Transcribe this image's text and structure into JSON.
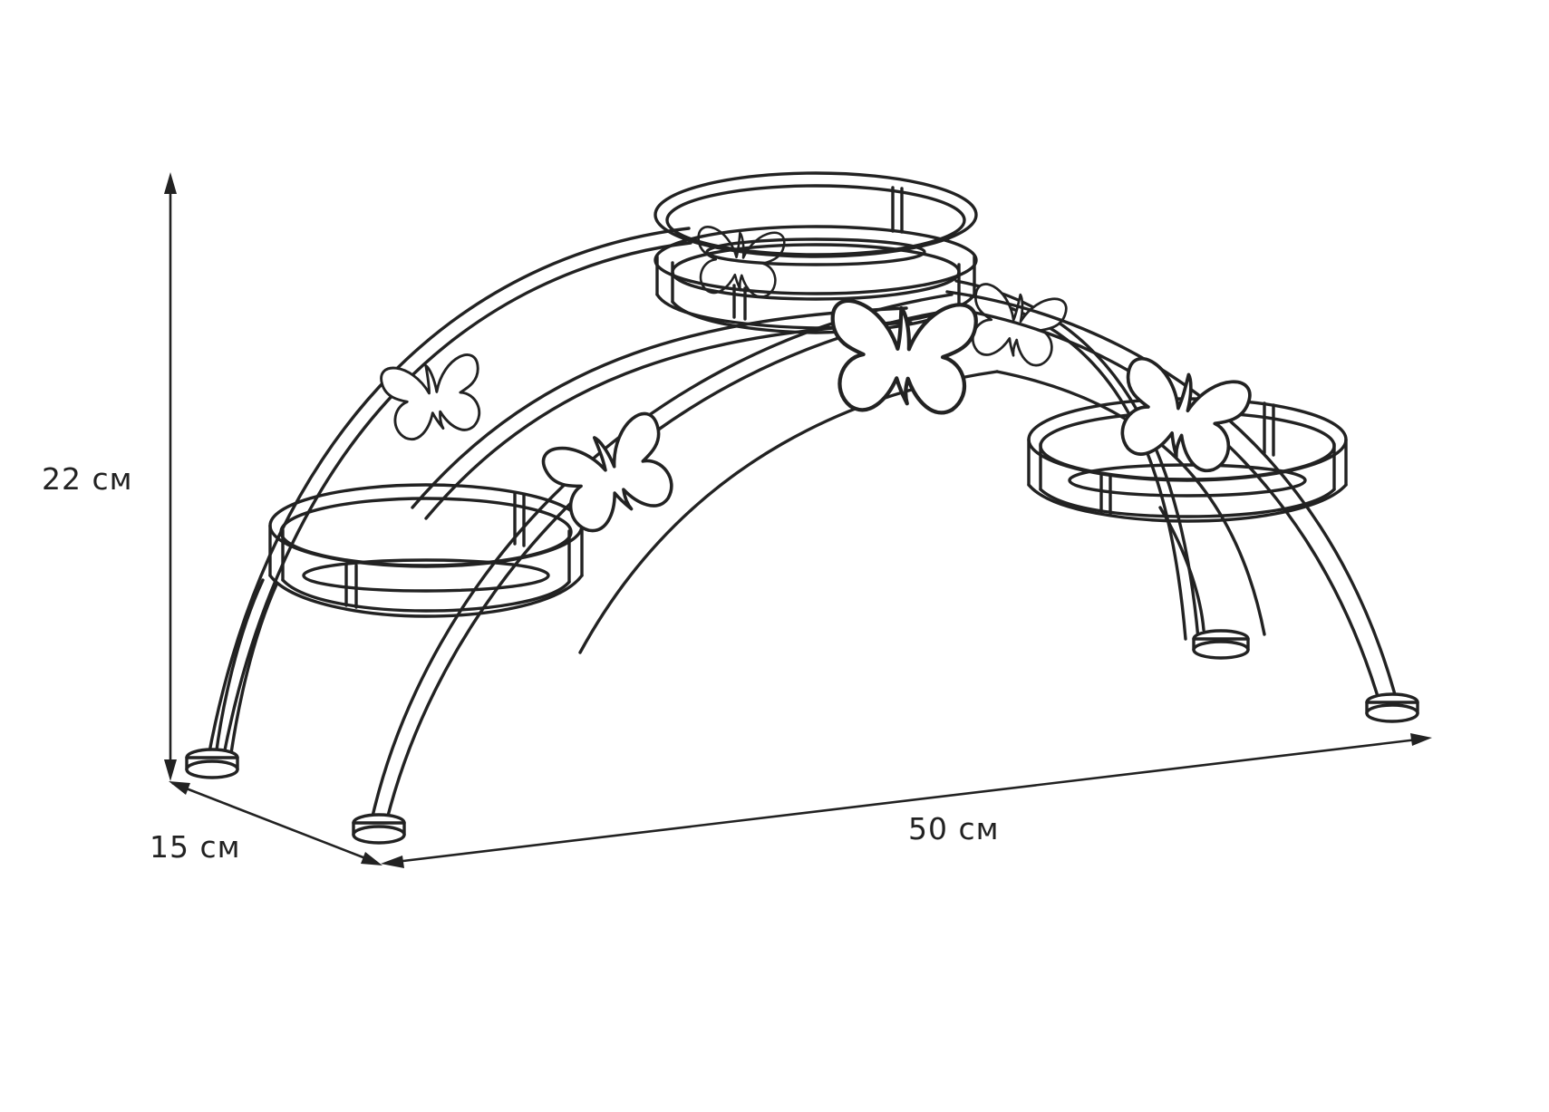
{
  "dimensions": {
    "height": "22 см",
    "depth": "15 см",
    "width": "50 см"
  },
  "colors": {
    "line": "#222222",
    "background": "#ffffff"
  }
}
